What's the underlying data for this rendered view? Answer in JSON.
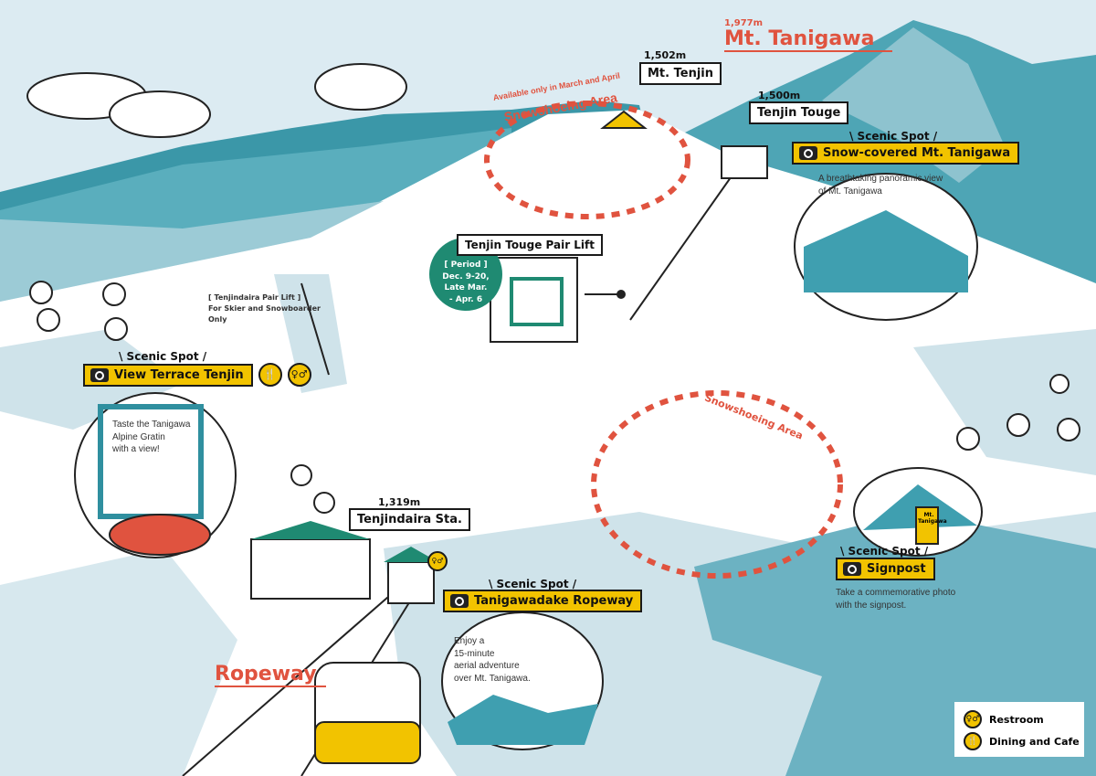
{
  "peaks": {
    "tanigawa": {
      "elevation": "1,977m",
      "name": "Mt. Tanigawa"
    },
    "tenjin": {
      "elevation": "1,502m",
      "name": "Mt. Tenjin"
    },
    "tenjin_touge": {
      "elevation": "1,500m",
      "name": "Tenjin Touge"
    },
    "tenjindaira": {
      "elevation": "1,319m",
      "name": "Tenjindaira Sta."
    }
  },
  "snowshoe_top": {
    "note": "Available only in March and April",
    "label": "Snowshoeing Area"
  },
  "snowshoe_mid": {
    "label": "Snowshoeing Area"
  },
  "pair_lift": {
    "title": "Tenjin Touge Pair Lift",
    "period_label": "[ Period ]",
    "period_lines": [
      "Dec. 9-20,",
      "Late Mar.",
      "- Apr. 6"
    ]
  },
  "tenjindaira_lift": {
    "title": "[ Tenjindaira Pair Lift ]",
    "note_1": "For Skier and Snowboarder",
    "note_2": "Only"
  },
  "scenic_spots": [
    {
      "tag": "\\ Scenic Spot /",
      "name": "Snow-covered Mt. Tanigawa",
      "desc_1": "A breathtaking panoramic view",
      "desc_2": "of Mt. Tanigawa"
    },
    {
      "tag": "\\ Scenic Spot /",
      "name": "View Terrace Tenjin",
      "desc_1": "Taste the Tanigawa",
      "desc_2": "Alpine Gratin",
      "desc_3": "with a view!"
    },
    {
      "tag": "\\ Scenic Spot /",
      "name": "Tanigawadake Ropeway",
      "desc_1": "Enjoy a",
      "desc_2": "15-minute",
      "desc_3": "aerial adventure",
      "desc_4": "over Mt. Tanigawa."
    },
    {
      "tag": "\\ Scenic Spot /",
      "name": "Signpost",
      "desc_1": "Take a commemorative photo",
      "desc_2": "with the signpost."
    }
  ],
  "signpost_text": "Mt. Tanigawa",
  "ropeway_label": "Ropeway",
  "legend": [
    {
      "icon": "restroom-icon",
      "label": "Restroom"
    },
    {
      "icon": "dining-icon",
      "label": "Dining and Cafe"
    }
  ],
  "colors": {
    "teal": "#3f9fb0",
    "red": "#e0533f",
    "yellow": "#f2c300",
    "green": "#1f8a72"
  }
}
